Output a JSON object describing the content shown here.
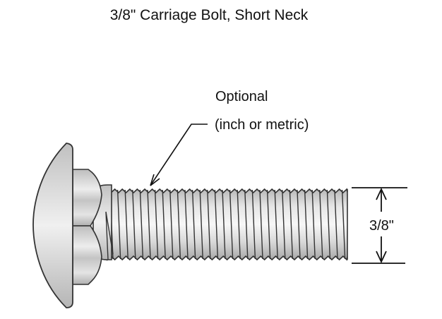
{
  "title": "3/8\" Carriage Bolt, Short Neck",
  "callout": {
    "line1": "Optional",
    "line2": "(inch or metric)"
  },
  "dimension": {
    "label": "3/8\""
  },
  "colors": {
    "stroke": "#333333",
    "metal_light": "#f2f2f2",
    "metal_mid": "#c8c8c8",
    "metal_dark": "#9a9a9a"
  }
}
